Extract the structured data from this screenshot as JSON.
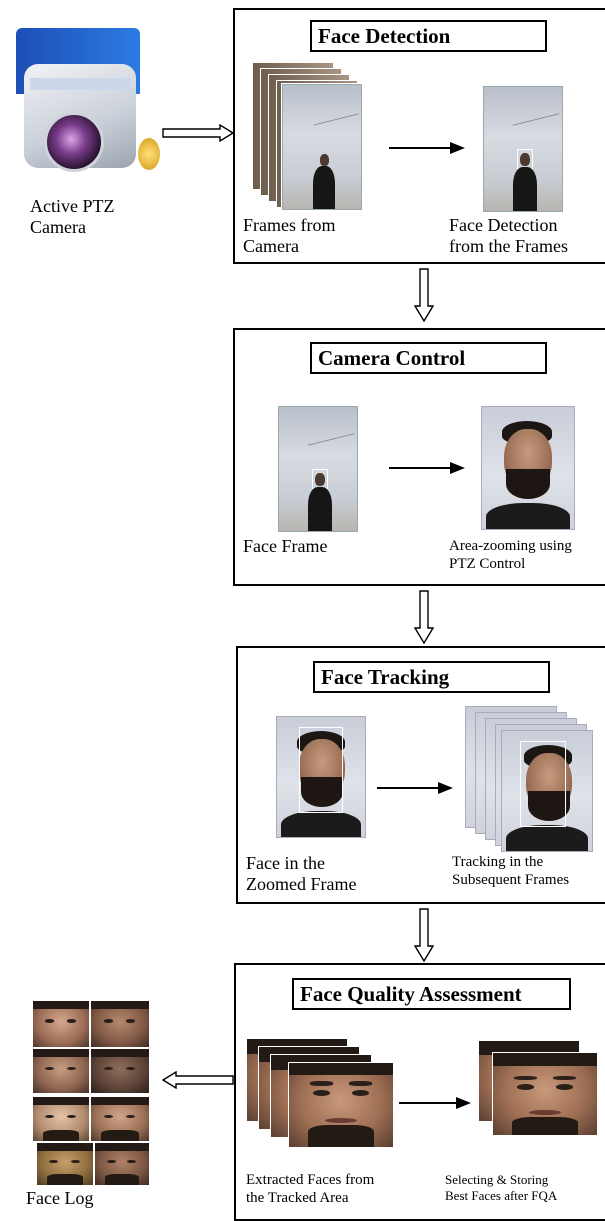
{
  "camera": {
    "label": "Active PTZ\nCamera"
  },
  "stage1": {
    "title": "Face Detection",
    "left_label": "Frames from\nCamera",
    "right_label": "Face Detection\nfrom the Frames"
  },
  "stage2": {
    "title": "Camera Control",
    "left_label": "Face Frame",
    "right_label": "Area-zooming using\nPTZ Control"
  },
  "stage3": {
    "title": "Face Tracking",
    "left_label": "Face in the\nZoomed Frame",
    "right_label": "Tracking in the\nSubsequent Frames"
  },
  "stage4": {
    "title": "Face Quality Assessment",
    "left_label": "Extracted Faces from\nthe Tracked Area",
    "right_label": "Selecting & Storing\nBest Faces after FQA"
  },
  "face_log": {
    "label": "Face Log"
  },
  "colors": {
    "line": "#000000",
    "background": "#ffffff"
  }
}
